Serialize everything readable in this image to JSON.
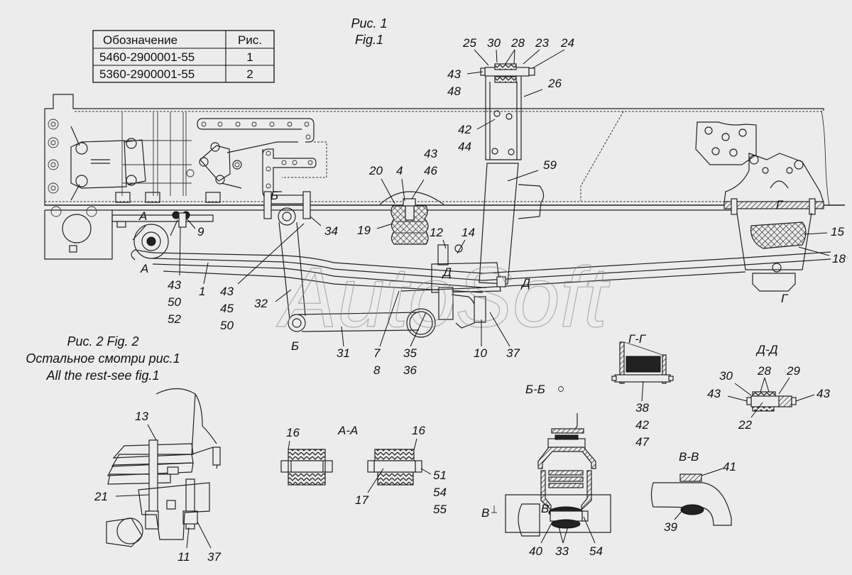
{
  "figure": {
    "fig1_caption_ru": "Рис. 1",
    "fig1_caption_en": "Fig.1",
    "fig2_caption": "Рис. 2  Fig. 2",
    "fig2_note_ru": "Остальное смотри рис.1",
    "fig2_note_en": "All the rest-see fig.1",
    "watermark": "AutoSoft"
  },
  "designation_table": {
    "headers": [
      "Обозначение",
      "Рис."
    ],
    "rows": [
      [
        "5460-2900001-55",
        "1"
      ],
      [
        "5360-2900001-55",
        "2"
      ]
    ]
  },
  "section_titles": {
    "a_a": "А-А",
    "b_b": "Б-Б",
    "g_g": "Г-Г",
    "d_d": "Д-Д",
    "v_v": "В-В"
  },
  "section_markers": {
    "a_top": "А",
    "a_bottom": "А",
    "b_top": "Б",
    "b_bottom": "Б",
    "g_top": "Г",
    "g_bottom": "Г",
    "d_left": "Д",
    "d_right": "Д",
    "v_left": "В",
    "v_right": "В"
  },
  "callouts": {
    "top_shock": [
      "25",
      "30",
      "28",
      "23",
      "24"
    ],
    "c43_48": [
      "43",
      "48"
    ],
    "c26": "26",
    "c42_44": [
      "42",
      "44"
    ],
    "c59": "59",
    "c43_46": [
      "43",
      "46"
    ],
    "c20": "20",
    "c4": "4",
    "c19": "19",
    "c12": "12",
    "c14": "14",
    "c15": "15",
    "c18": "18",
    "c9": "9",
    "c34": "34",
    "c43_50_52": [
      "43",
      "50",
      "52"
    ],
    "c1": "1",
    "c43_45_50": [
      "43",
      "45",
      "50"
    ],
    "c32": "32",
    "c31": "31",
    "c7_8": [
      "7",
      "8"
    ],
    "c35_36": [
      "35",
      "36"
    ],
    "c10": "10",
    "c37": "37",
    "c38_42_47": [
      "38",
      "42",
      "47"
    ],
    "dd": [
      "30",
      "28",
      "29",
      "43",
      "43",
      "22"
    ],
    "fig2": [
      "13",
      "21",
      "11",
      "37"
    ],
    "aa": [
      "16",
      "16",
      "17",
      "51",
      "54",
      "55"
    ],
    "bb": [
      "40",
      "33",
      "54"
    ],
    "vv": [
      "41",
      "39"
    ]
  }
}
